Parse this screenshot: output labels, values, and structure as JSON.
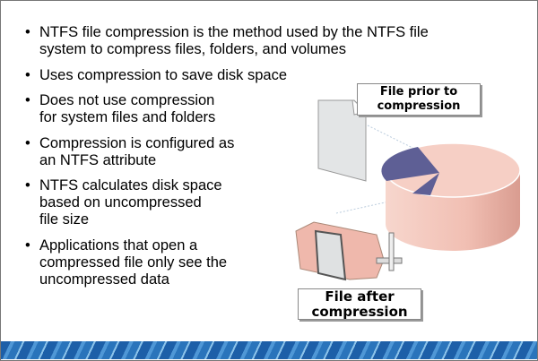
{
  "bullets": [
    "NTFS file compression is the method used by the NTFS file\nsystem to compress files, folders, and volumes",
    "Uses compression to save disk space",
    "Does not use compression\nfor system files and folders",
    "Compression is configured as\nan NTFS attribute",
    "NTFS calculates disk space\nbased on uncompressed\nfile size",
    "Applications that open a\ncompressed file only see the\nuncompressed data"
  ],
  "bullet_char": "•",
  "labels": {
    "before": "File prior to\ncompression",
    "after": "File after\ncompression"
  },
  "colors": {
    "disk": "#f4c7bd",
    "slice": "#5e5f95",
    "band": "#2a74bb"
  }
}
